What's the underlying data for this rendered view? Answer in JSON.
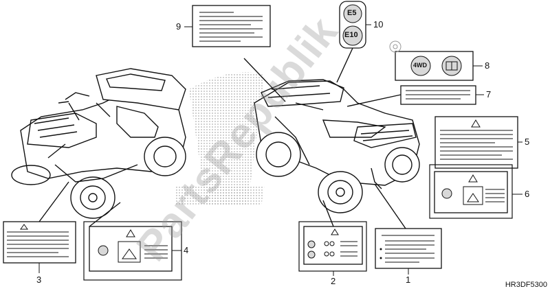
{
  "diagram": {
    "callouts": [
      "9",
      "10",
      "8",
      "7",
      "5",
      "6",
      "4",
      "3",
      "2",
      "1"
    ],
    "badge_e5": "E5",
    "badge_e10": "E10",
    "icon_4wd": "4WD",
    "ref_code": "HR3DF5300",
    "watermark": "PartsRepublik"
  },
  "colors": {
    "line": "#111111",
    "label_fill": "#ffffff",
    "badge_fill": "#d8d8d8",
    "hatch": "#888888"
  }
}
